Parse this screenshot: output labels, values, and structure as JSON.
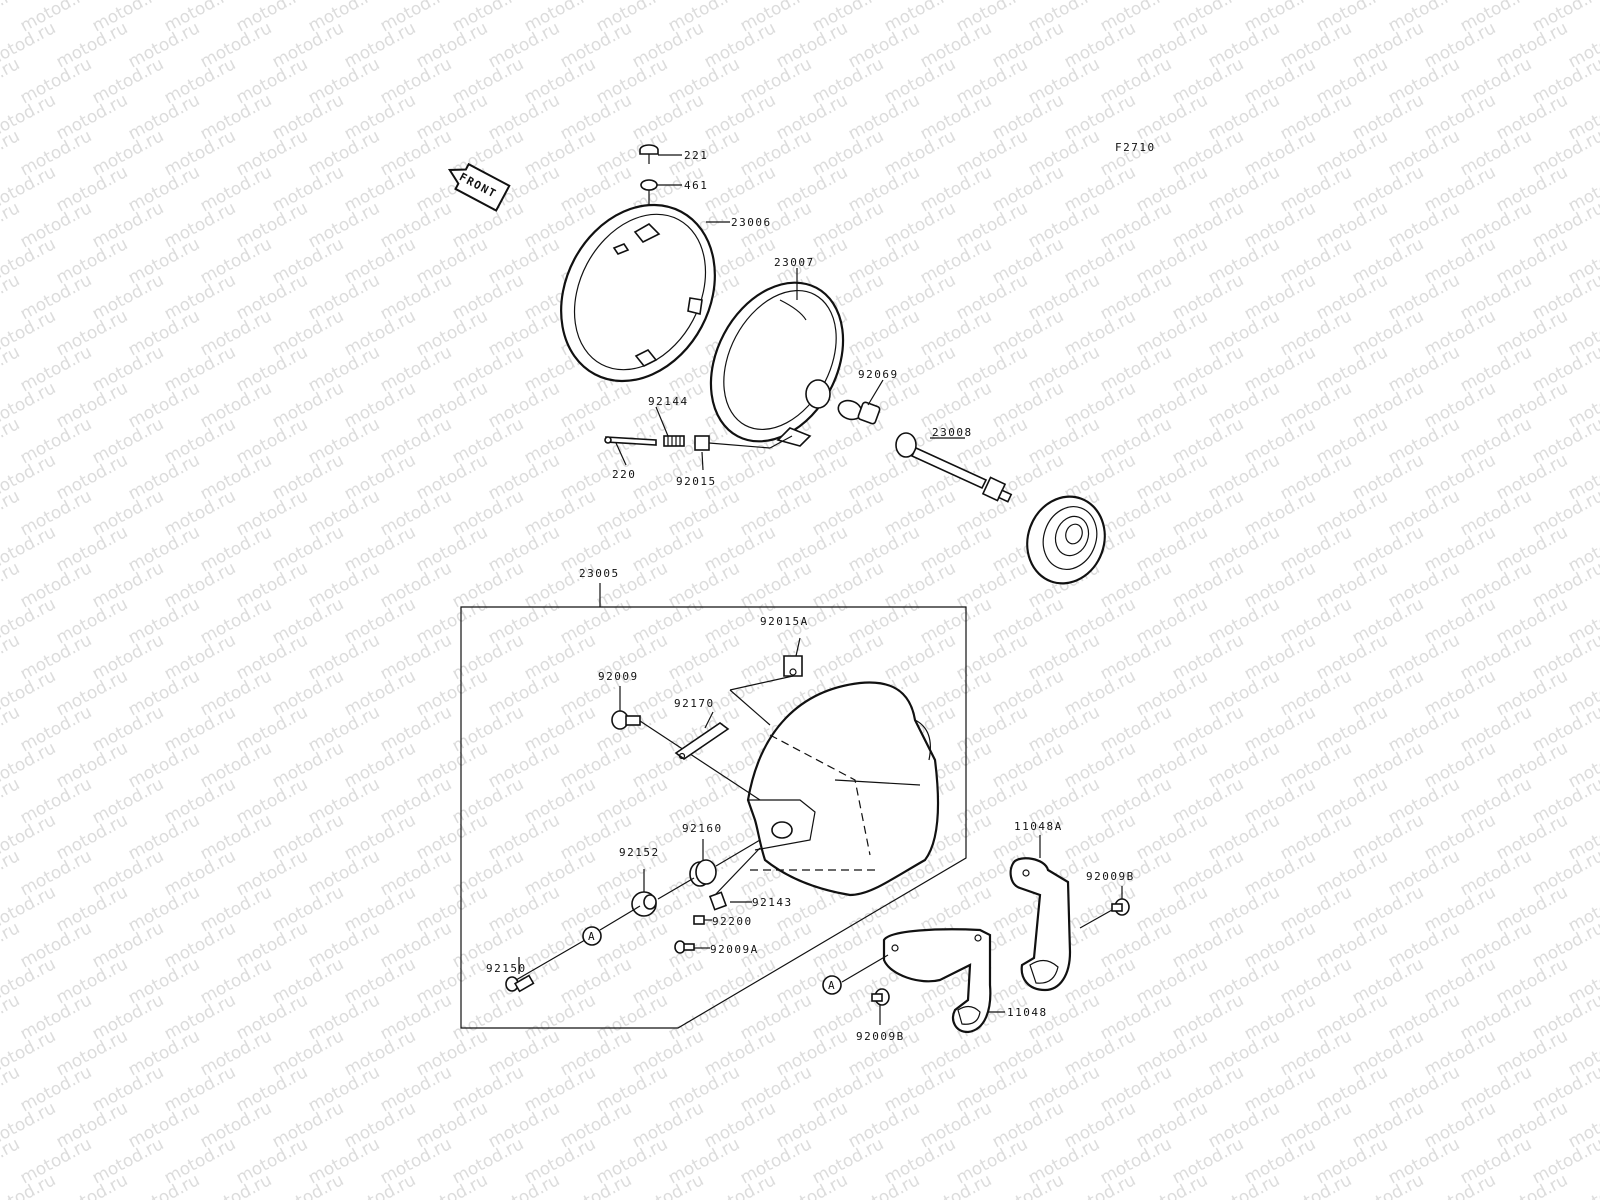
{
  "figure_code": "F2710",
  "front_label": "FRONT",
  "watermark": "motod.ru",
  "circle_marker": "A",
  "parts": {
    "p221": "221",
    "p461": "461",
    "p23006": "23006",
    "p23007": "23007",
    "p92069": "92069",
    "p92144": "92144",
    "p23008": "23008",
    "p220": "220",
    "p92015": "92015",
    "p23005": "23005",
    "p92015A": "92015A",
    "p92009": "92009",
    "p92170": "92170",
    "p92160": "92160",
    "p92152": "92152",
    "p92143": "92143",
    "p92200": "92200",
    "p92009A": "92009A",
    "p92150": "92150",
    "p11048A": "11048A",
    "p92009B_a": "92009B",
    "p92009B_b": "92009B",
    "p11048": "11048"
  }
}
